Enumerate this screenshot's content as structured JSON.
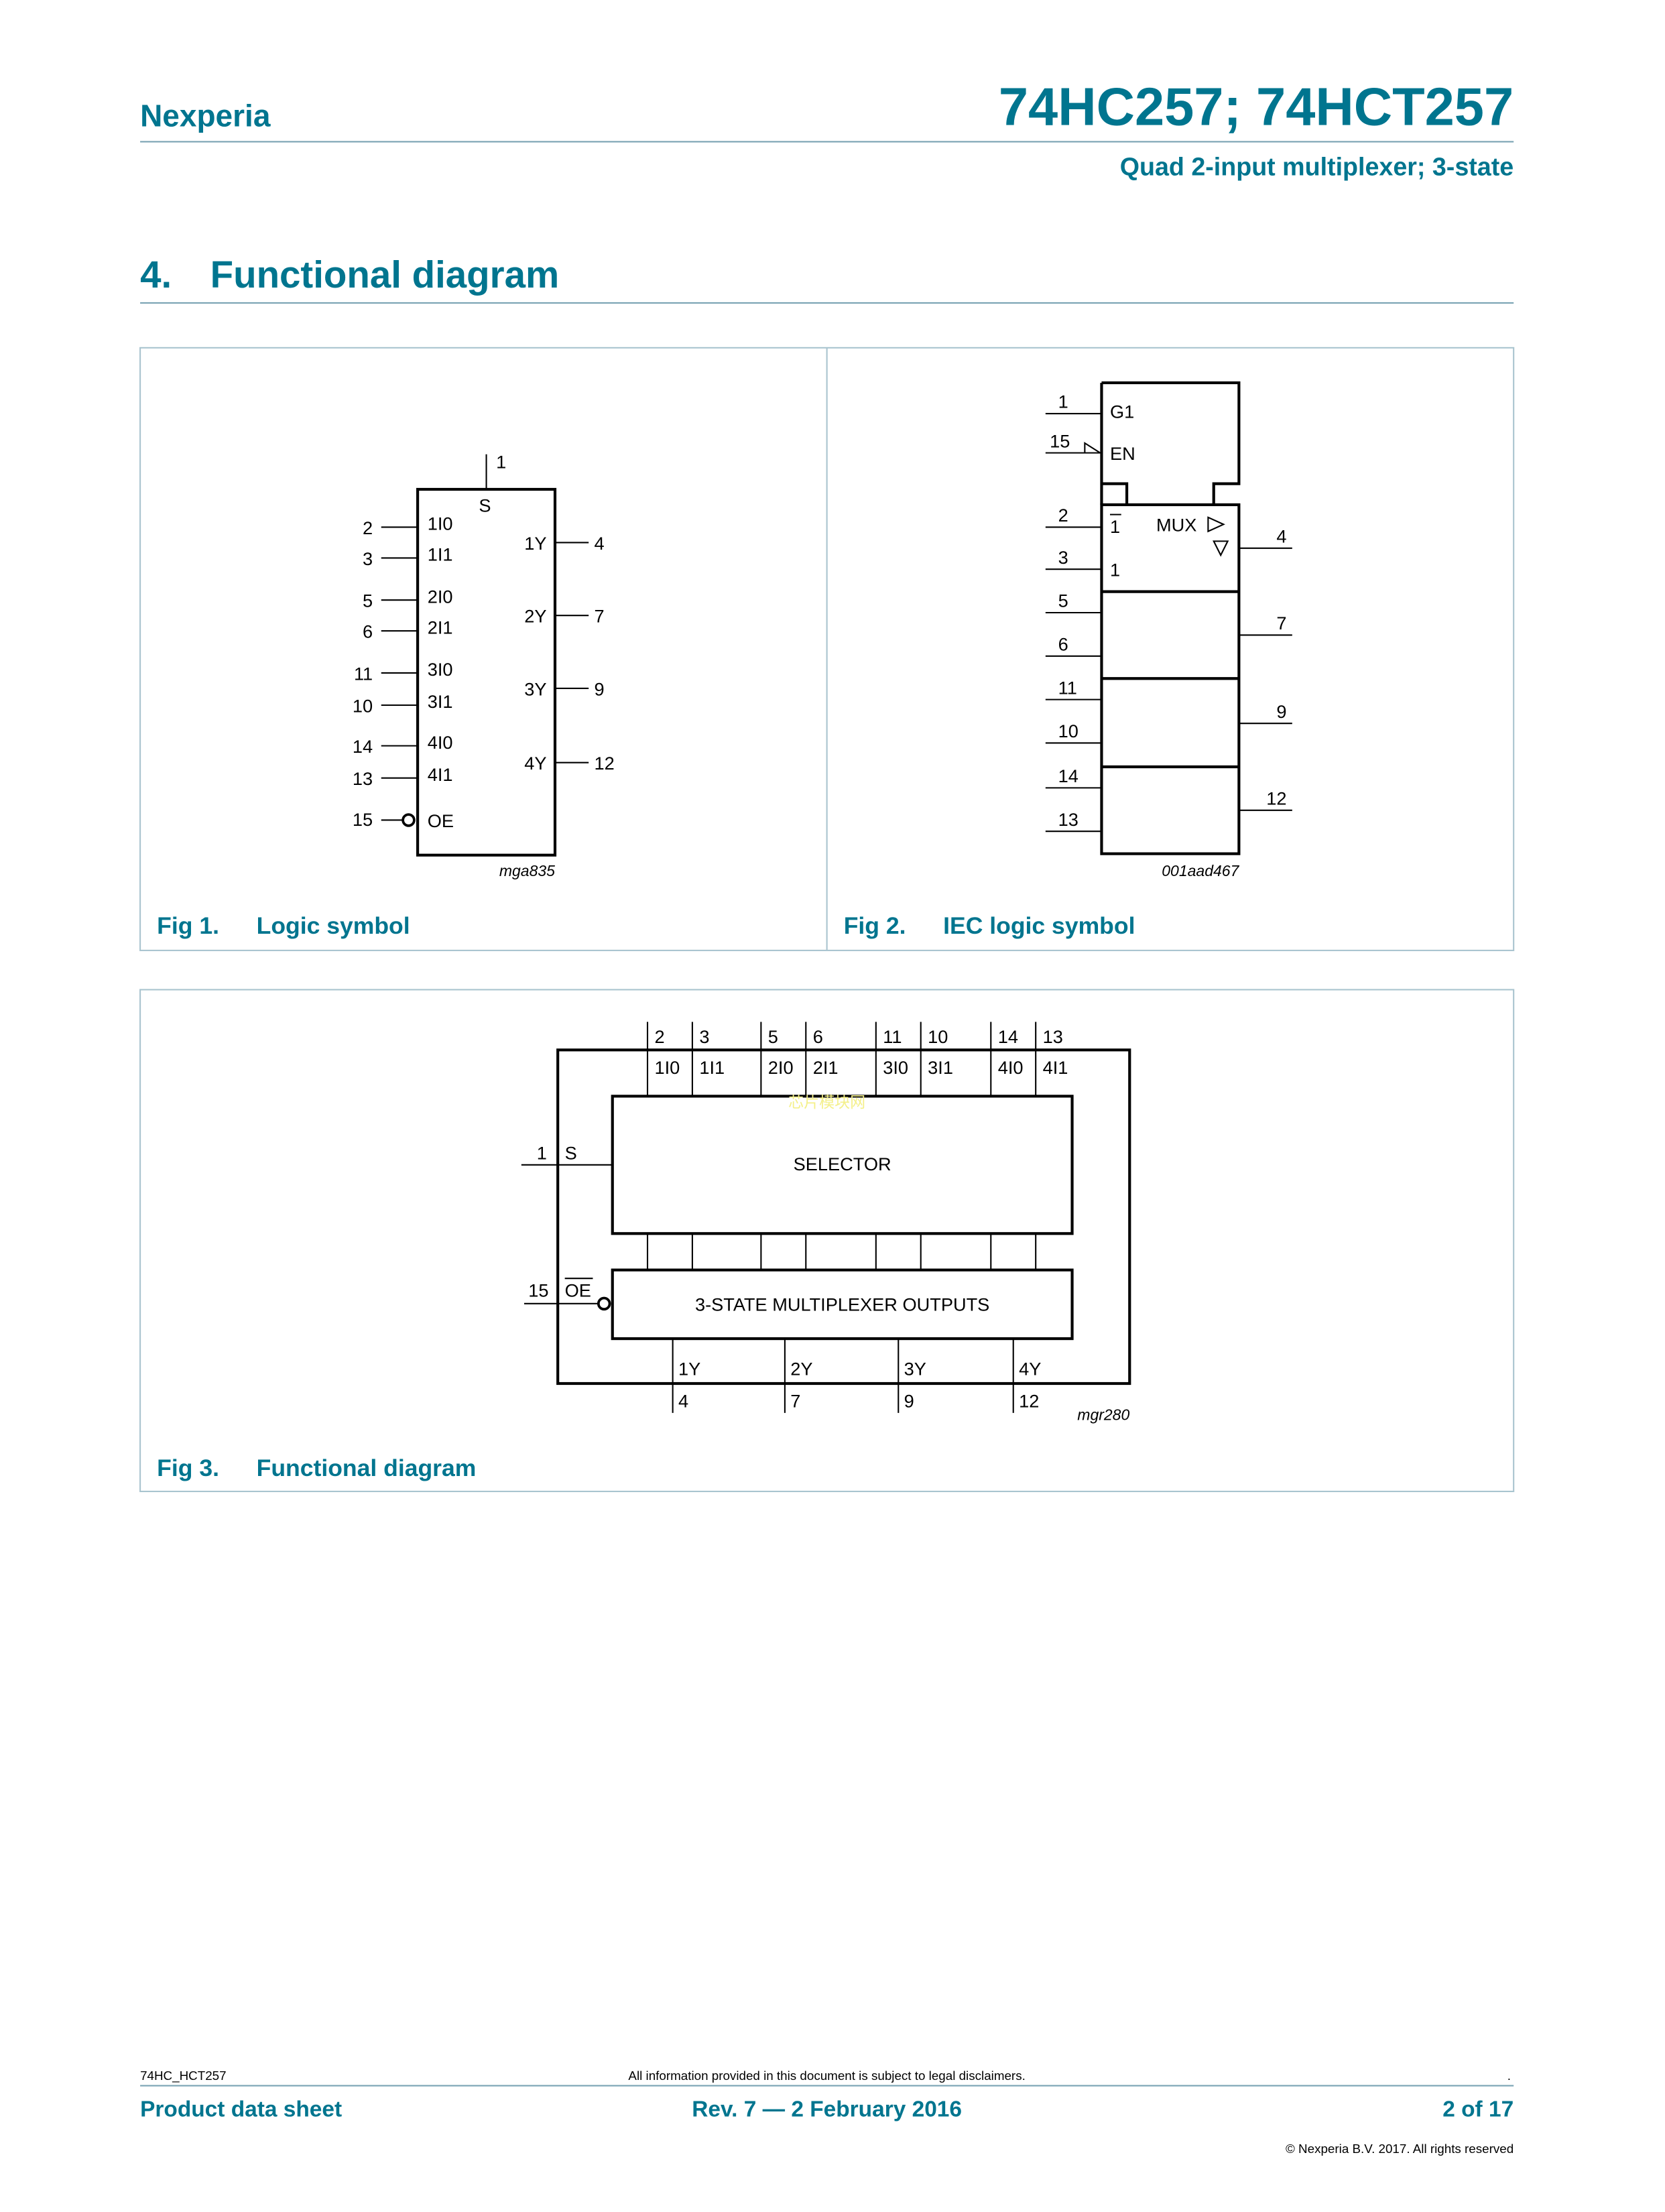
{
  "header": {
    "brand": "Nexperia",
    "title": "74HC257; 74HCT257",
    "subtitle": "Quad 2-input multiplexer; 3-state"
  },
  "section": {
    "number": "4.",
    "title": "Functional diagram"
  },
  "fig1": {
    "caption_num": "Fig 1.",
    "caption": "Logic symbol",
    "code": "mga835",
    "s_pin": "1",
    "s_label": "S",
    "inputs": [
      {
        "pin": "2",
        "label": "1I0"
      },
      {
        "pin": "3",
        "label": "1I1"
      },
      {
        "pin": "5",
        "label": "2I0"
      },
      {
        "pin": "6",
        "label": "2I1"
      },
      {
        "pin": "11",
        "label": "3I0"
      },
      {
        "pin": "10",
        "label": "3I1"
      },
      {
        "pin": "14",
        "label": "4I0"
      },
      {
        "pin": "13",
        "label": "4I1"
      }
    ],
    "oe_pin": "15",
    "oe_label": "OE",
    "outputs": [
      {
        "pin": "4",
        "label": "1Y"
      },
      {
        "pin": "7",
        "label": "2Y"
      },
      {
        "pin": "9",
        "label": "3Y"
      },
      {
        "pin": "12",
        "label": "4Y"
      }
    ]
  },
  "fig2": {
    "caption_num": "Fig 2.",
    "caption": "IEC logic symbol",
    "code": "001aad467",
    "g_pin": "1",
    "g_label": "G1",
    "en_pin": "15",
    "en_label": "EN",
    "mux_label": "MUX",
    "sel0": "1",
    "sel1": "1",
    "inputs": [
      "2",
      "3",
      "5",
      "6",
      "11",
      "10",
      "14",
      "13"
    ],
    "outputs": [
      "4",
      "7",
      "9",
      "12"
    ]
  },
  "fig3": {
    "caption_num": "Fig 3.",
    "caption": "Functional diagram",
    "code": "mgr280",
    "selector": "SELECTOR",
    "outputs_block": "3-STATE MULTIPLEXER OUTPUTS",
    "s_pin": "1",
    "s_label": "S",
    "oe_pin": "15",
    "oe_label": "OE",
    "inputs": [
      {
        "pin": "2",
        "label": "1I0"
      },
      {
        "pin": "3",
        "label": "1I1"
      },
      {
        "pin": "5",
        "label": "2I0"
      },
      {
        "pin": "6",
        "label": "2I1"
      },
      {
        "pin": "11",
        "label": "3I0"
      },
      {
        "pin": "10",
        "label": "3I1"
      },
      {
        "pin": "14",
        "label": "4I0"
      },
      {
        "pin": "13",
        "label": "4I1"
      }
    ],
    "outputs": [
      {
        "pin": "4",
        "label": "1Y"
      },
      {
        "pin": "7",
        "label": "2Y"
      },
      {
        "pin": "9",
        "label": "3Y"
      },
      {
        "pin": "12",
        "label": "4Y"
      }
    ],
    "watermark": "芯片模块网"
  },
  "footer": {
    "doc_id": "74HC_HCT257",
    "disclaimer": "All information provided in this document is subject to legal disclaimers.",
    "dot": ".",
    "type": "Product data sheet",
    "revision": "Rev. 7 — 2 February 2016",
    "page": "2 of 17",
    "copyright": "© Nexperia B.V. 2017. All rights reserved"
  }
}
